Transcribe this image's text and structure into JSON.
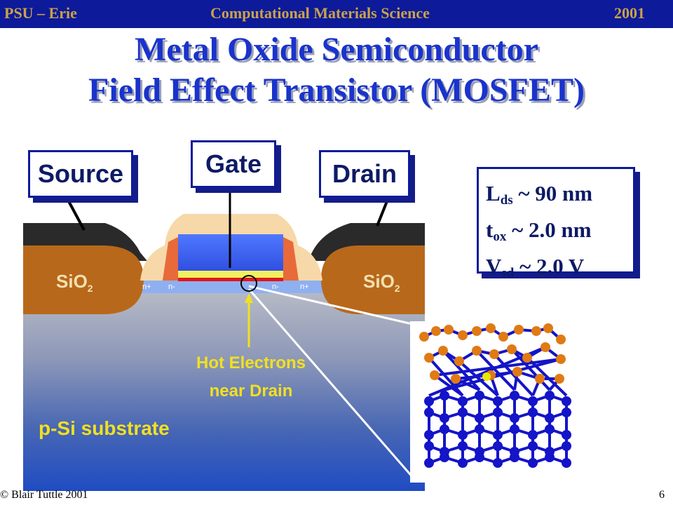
{
  "header": {
    "left": "PSU – Erie",
    "center": "Computational Materials Science",
    "right": "2001"
  },
  "title": {
    "line1": "Metal Oxide Semiconductor",
    "line2": "Field Effect Transistor (MOSFET)"
  },
  "labels": {
    "source": "Source",
    "gate": "Gate",
    "drain": "Drain"
  },
  "params": [
    {
      "symbol": "L",
      "sub": "ds",
      "value": " ~ 90 nm"
    },
    {
      "symbol": "t",
      "sub": "ox",
      "value": " ~ 2.0 nm"
    },
    {
      "symbol": "V",
      "sub": "sd",
      "value": " ~ 2.0 V"
    }
  ],
  "device": {
    "oxide_left": "SiO",
    "oxide_left_sub": "2",
    "oxide_right": "SiO",
    "oxide_right_sub": "2",
    "doping": [
      "n+",
      "n-",
      "n-",
      "n+"
    ],
    "hot_electrons_line1": "Hot Electrons",
    "hot_electrons_line2": "near Drain",
    "substrate": "p-Si substrate"
  },
  "footer": {
    "copyright": "© Blair Tuttle 2001",
    "page": "6"
  },
  "colors": {
    "header_bg": "#0d1a99",
    "header_text": "#c9a24a",
    "title": "#1a33cc",
    "label_text": "#0d1a66",
    "sio2": "#b8681a",
    "atom_si": "#1414c8",
    "atom_o": "#e07a14",
    "atom_h": "#e8e800"
  }
}
